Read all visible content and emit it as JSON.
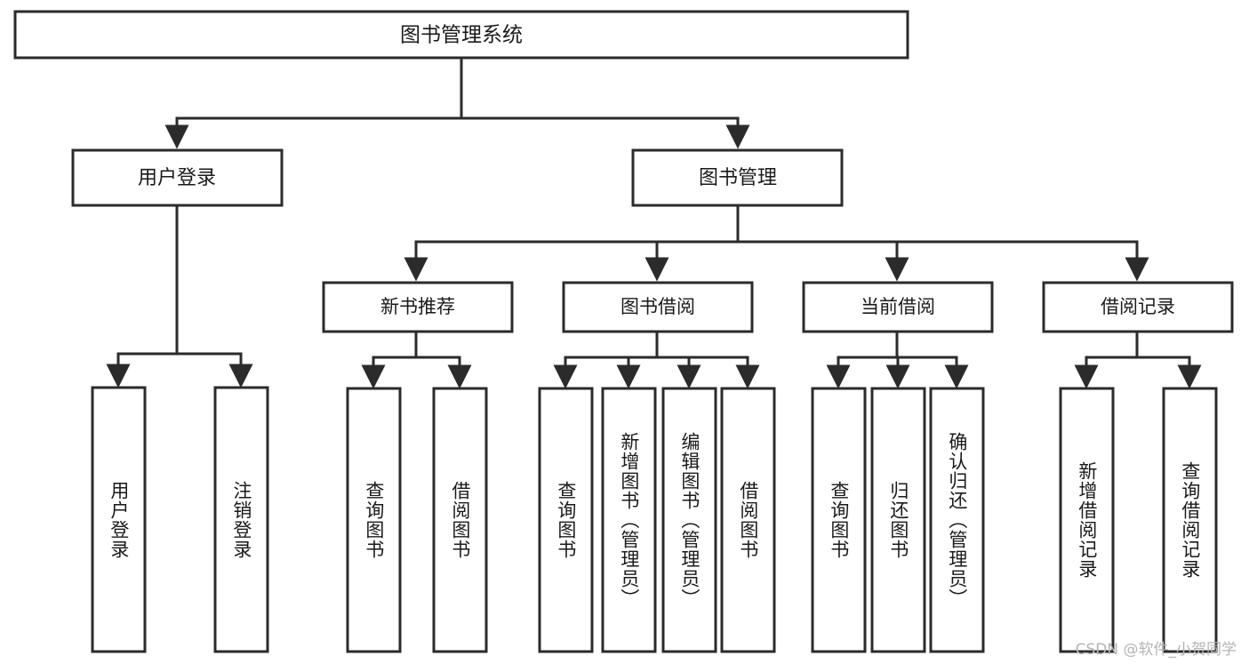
{
  "diagram": {
    "type": "tree",
    "title": "图书管理系统",
    "orientation": "top-down",
    "colors": {
      "box_stroke": "#2b2b2b",
      "box_fill": "#ffffff",
      "line": "#2b2b2b",
      "text": "#1a1a1a",
      "background": "#ffffff",
      "watermark": "#b4b4b4"
    },
    "root": {
      "label": "图书管理系统"
    },
    "level2": [
      {
        "label": "用户登录"
      },
      {
        "label": "图书管理"
      }
    ],
    "level3": [
      {
        "label": "新书推荐"
      },
      {
        "label": "图书借阅"
      },
      {
        "label": "当前借阅"
      },
      {
        "label": "借阅记录"
      }
    ],
    "leaves": {
      "user_login": [
        {
          "label": "用户登录"
        },
        {
          "label": "注销登录"
        }
      ],
      "new_book_recommend": [
        {
          "label": "查询图书"
        },
        {
          "label": "借阅图书"
        }
      ],
      "book_borrow": [
        {
          "label": "查询图书"
        },
        {
          "label": "新增图书（管理员）"
        },
        {
          "label": "编辑图书（管理员）"
        },
        {
          "label": "借阅图书"
        }
      ],
      "current_borrow": [
        {
          "label": "查询图书"
        },
        {
          "label": "归还图书"
        },
        {
          "label": "确认归还（管理员）"
        }
      ],
      "borrow_record": [
        {
          "label": "新增借阅记录"
        },
        {
          "label": "查询借阅记录"
        }
      ]
    }
  },
  "watermark": {
    "text": "CSDN @软件_小贺同学"
  }
}
